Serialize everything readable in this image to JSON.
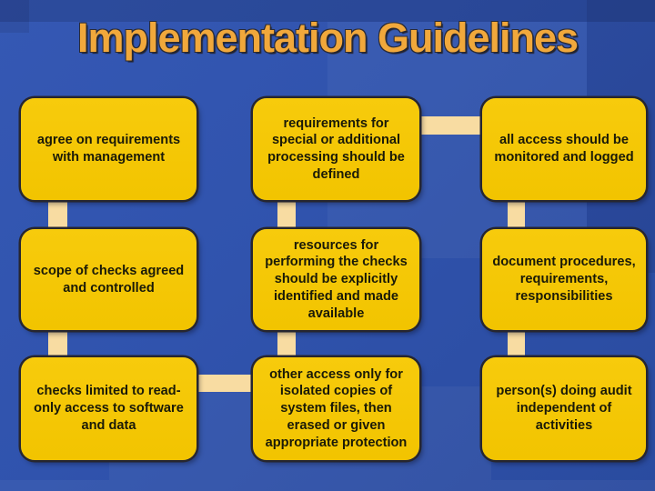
{
  "title": "Implementation Guidelines",
  "boxes": [
    {
      "text": "agree on requirements\nwith management"
    },
    {
      "text": "requirements for\nspecial or additional\nprocessing should be\ndefined"
    },
    {
      "text": "all access should be\nmonitored and logged"
    },
    {
      "text": "scope of checks agreed\nand controlled"
    },
    {
      "text": "resources for\nperforming the checks\nshould be explicitly\nidentified and made\navailable"
    },
    {
      "text": "document procedures,\nrequirements,\nresponsibilities"
    },
    {
      "text": "checks limited to read-\nonly access to software\nand data"
    },
    {
      "text": "other access only for\nisolated copies of\nsystem files, then\nerased or given\nappropriate protection"
    },
    {
      "text": "person(s) doing audit\nindependent of\nactivities"
    }
  ],
  "colors": {
    "background": "#2F53AC",
    "box_fill": "#F2C400",
    "connector": "#F8DCA2",
    "title": "#F1A83B",
    "box_text": "#1A1A08",
    "box_outline": "#262630"
  }
}
